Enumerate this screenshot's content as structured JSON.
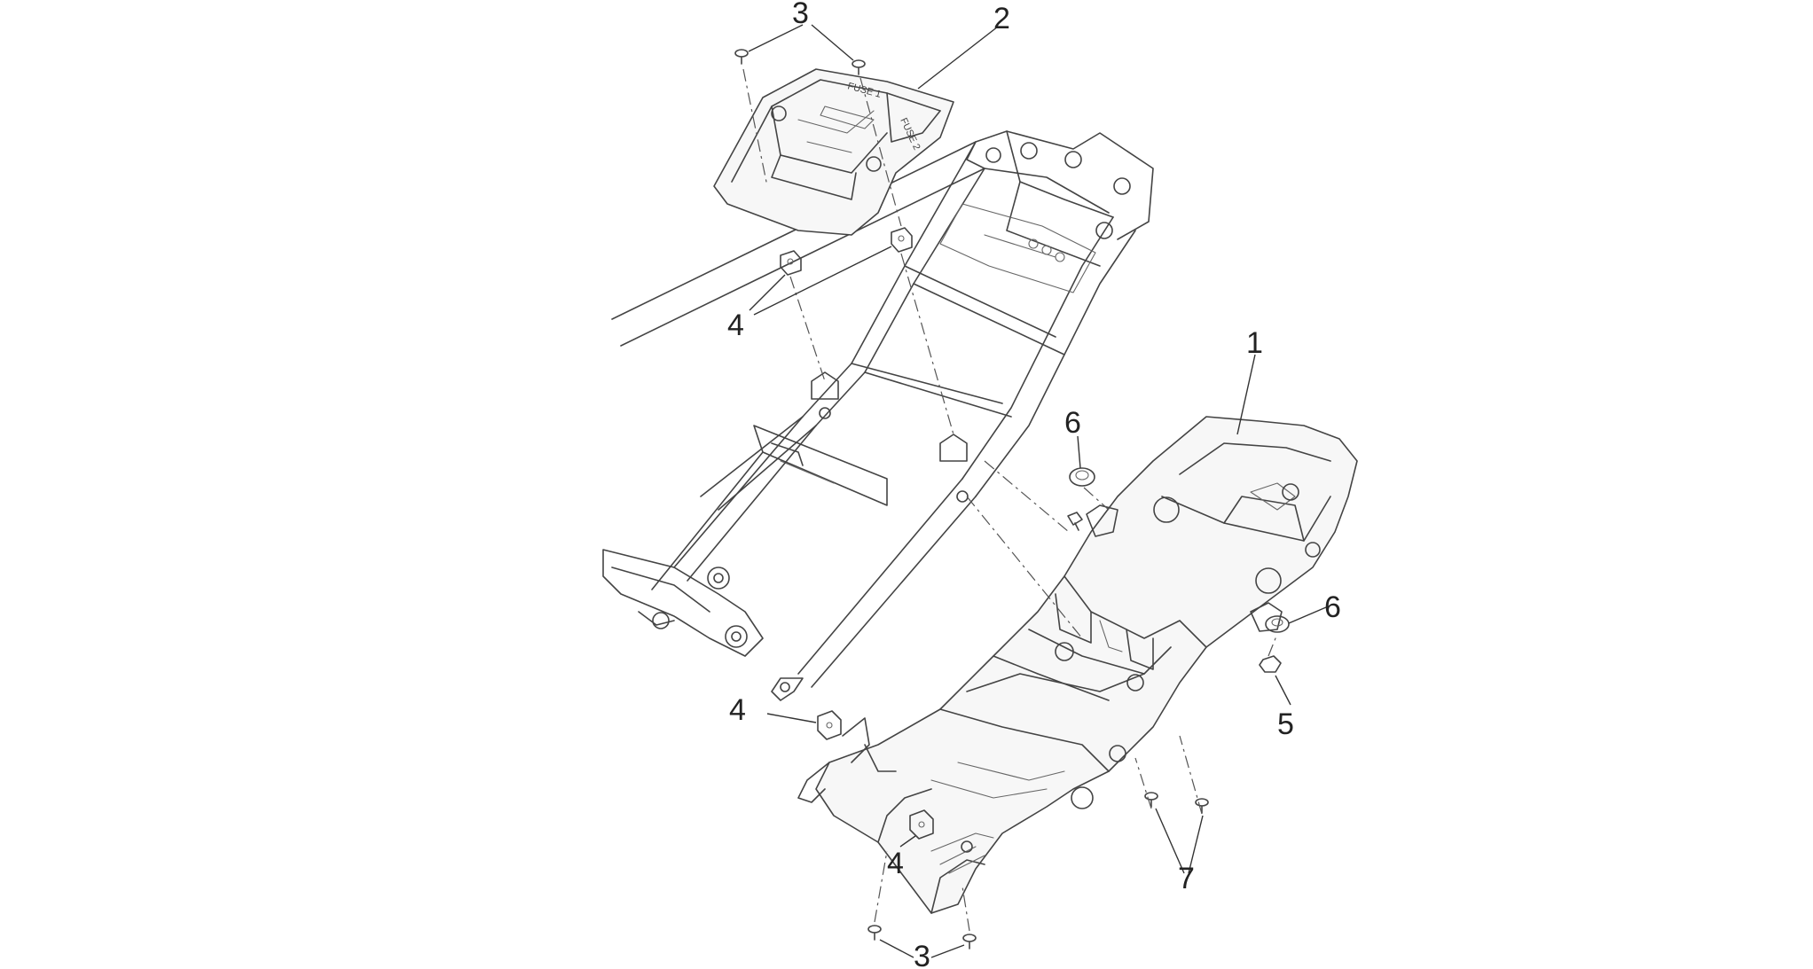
{
  "diagram": {
    "callouts": [
      {
        "id": "c1",
        "label": "1"
      },
      {
        "id": "c2",
        "label": "2"
      },
      {
        "id": "c3a",
        "label": "3"
      },
      {
        "id": "c3b",
        "label": "3"
      },
      {
        "id": "c4a",
        "label": "4"
      },
      {
        "id": "c4b",
        "label": "4"
      },
      {
        "id": "c4c",
        "label": "4"
      },
      {
        "id": "c5",
        "label": "5"
      },
      {
        "id": "c6a",
        "label": "6"
      },
      {
        "id": "c6b",
        "label": "6"
      },
      {
        "id": "c7",
        "label": "7"
      }
    ],
    "decals": {
      "fuse1": "FUSE 1",
      "fuse2": "FUSE 2"
    },
    "colors": {
      "line": "#444444",
      "background": "#ffffff"
    }
  }
}
